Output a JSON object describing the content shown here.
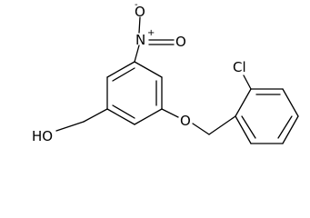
{
  "molecule": {
    "hydroxyl": "HO",
    "nitro_nitrogen": "N",
    "nitro_oxygen_top": "O",
    "nitro_oxygen_right": "O",
    "ether_oxygen": "O",
    "chlorine": "Cl",
    "charge_minus": "-",
    "charge_plus": "+"
  },
  "colors": {
    "line": "#000000",
    "text": "#000000",
    "background": "#ffffff"
  }
}
